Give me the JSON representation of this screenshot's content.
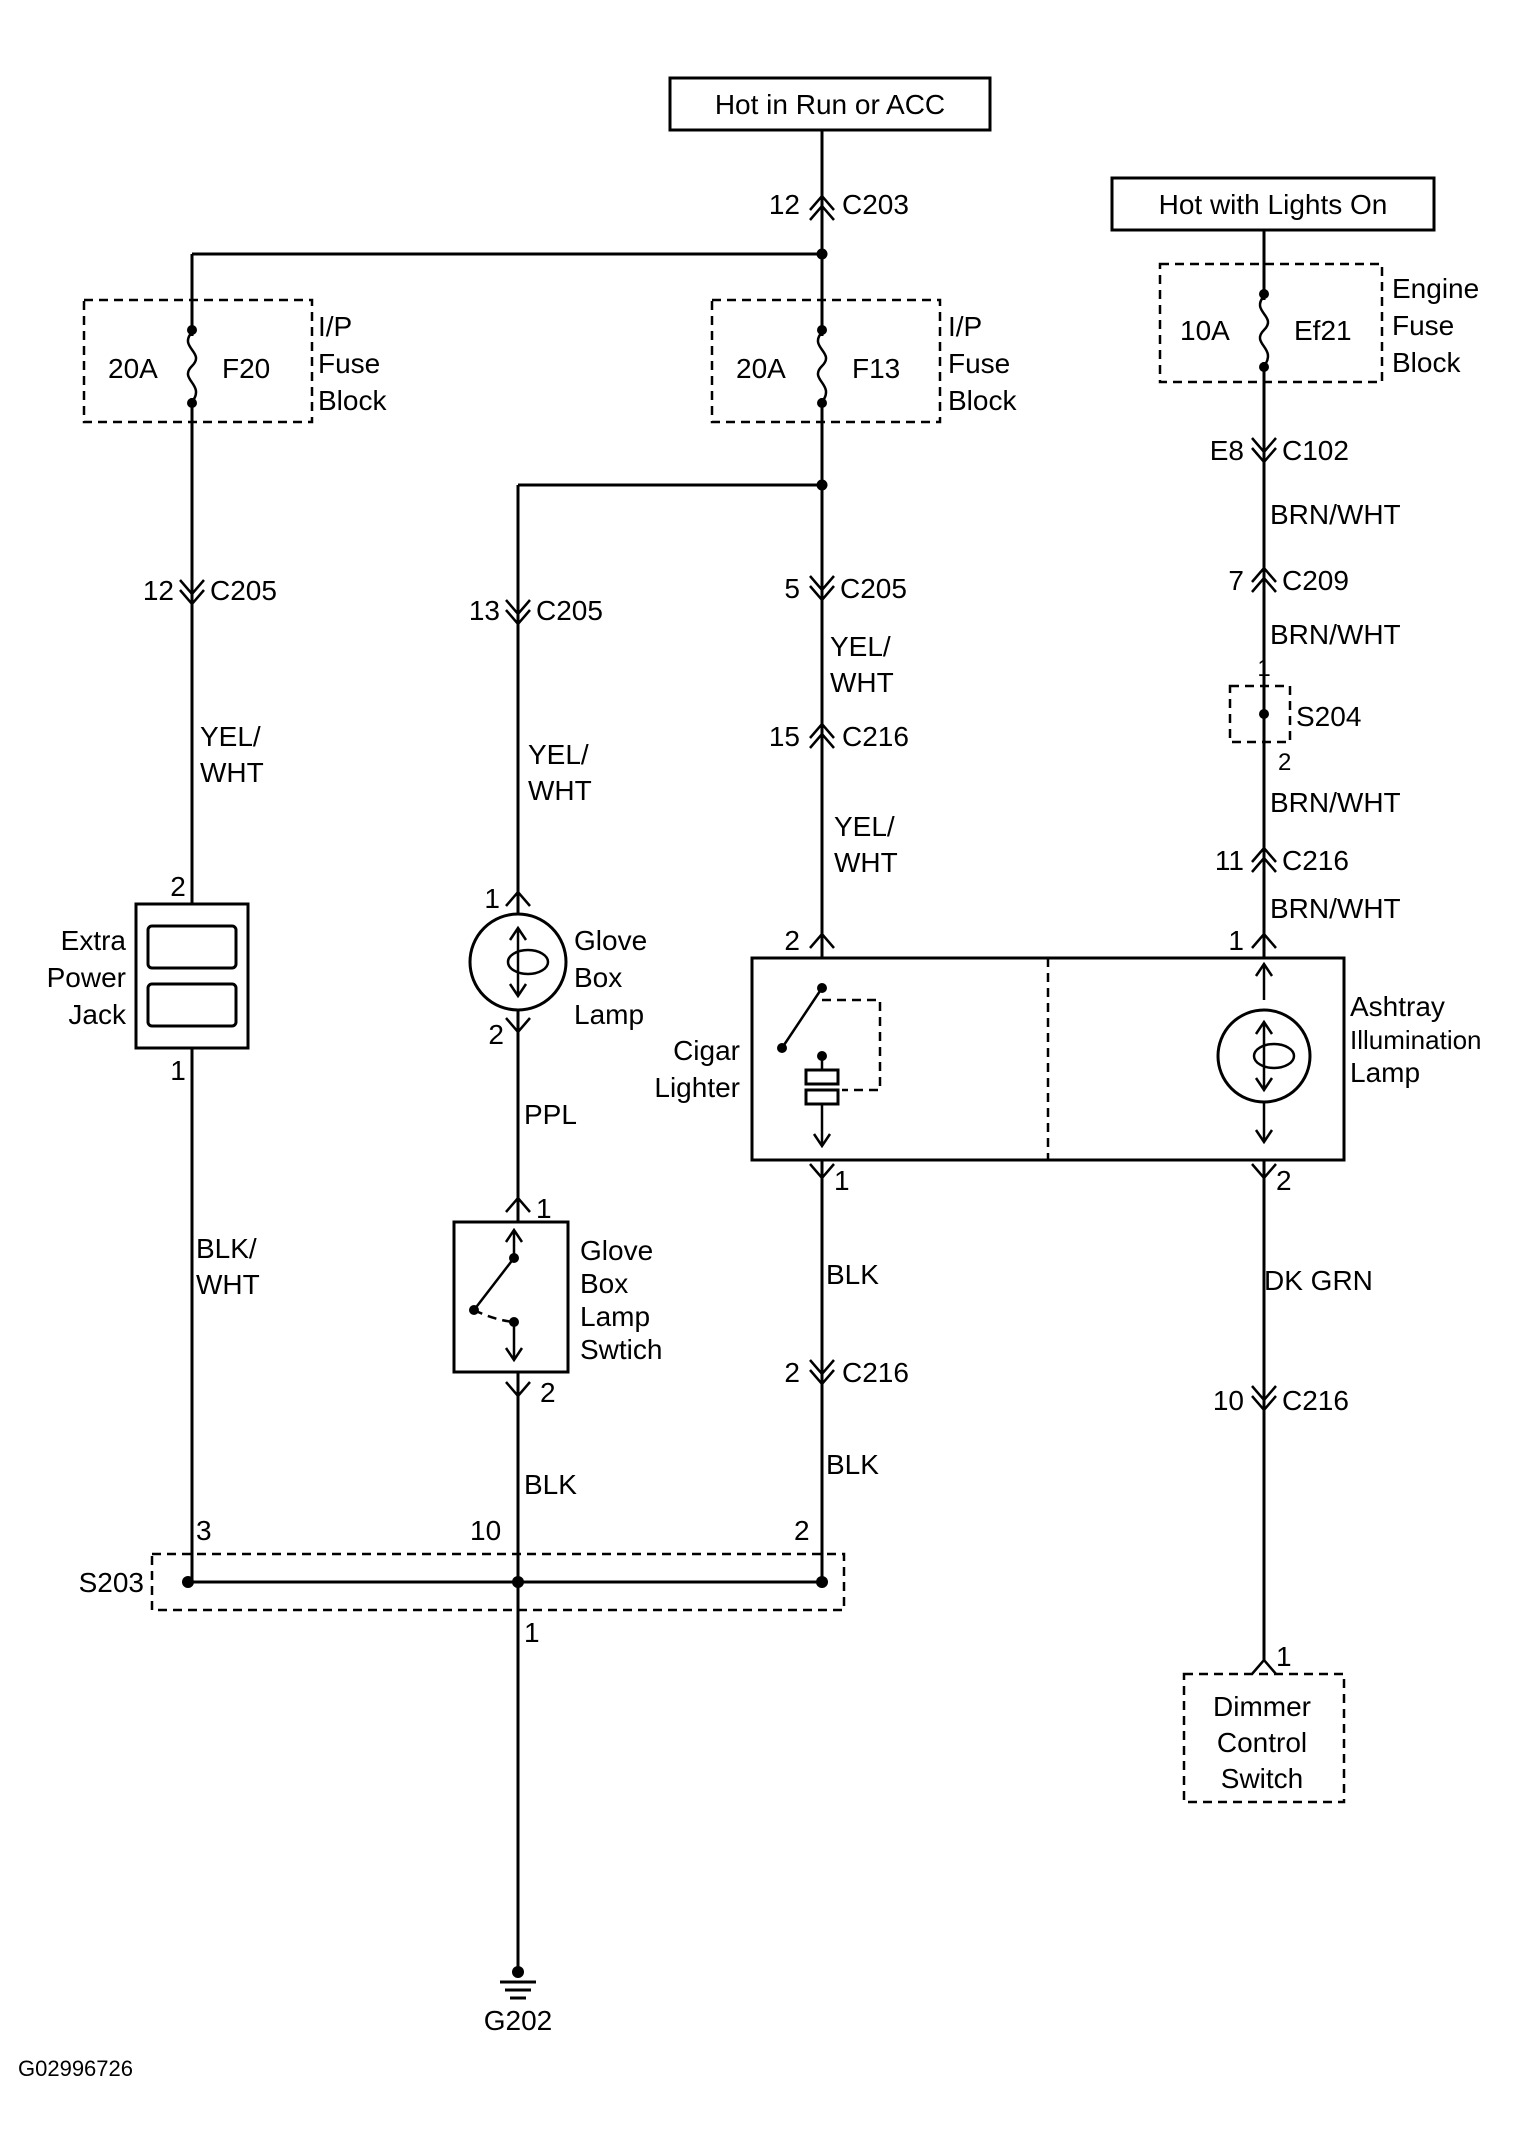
{
  "power_sources": {
    "run_acc": "Hot in Run or ACC",
    "lights_on": "Hot with Lights On"
  },
  "fuses": {
    "f20": {
      "rating": "20A",
      "id": "F20"
    },
    "f13": {
      "rating": "20A",
      "id": "F13"
    },
    "ef21": {
      "rating": "10A",
      "id": "Ef21"
    },
    "ip_block": [
      "I/P",
      "Fuse",
      "Block"
    ],
    "engine_block": [
      "Engine",
      "Fuse",
      "Block"
    ]
  },
  "connectors": {
    "c203": {
      "pin": "12",
      "name": "C203"
    },
    "c205_a": {
      "pin": "12",
      "name": "C205"
    },
    "c205_b": {
      "pin": "13",
      "name": "C205"
    },
    "c205_c": {
      "pin": "5",
      "name": "C205"
    },
    "c216_15": {
      "pin": "15",
      "name": "C216"
    },
    "c216_2": {
      "pin": "2",
      "name": "C216"
    },
    "c216_10": {
      "pin": "10",
      "name": "C216"
    },
    "c216_11": {
      "pin": "11",
      "name": "C216"
    },
    "c102": {
      "pin": "E8",
      "name": "C102"
    },
    "c209": {
      "pin": "7",
      "name": "C209"
    }
  },
  "wires": {
    "yel": "YEL/",
    "wht": "WHT",
    "brn_wht": "BRN/WHT",
    "ppl": "PPL",
    "blk": "BLK",
    "blk_slash": "BLK/",
    "dk_grn": "DK GRN"
  },
  "components": {
    "power_jack": [
      "Extra",
      "Power",
      "Jack"
    ],
    "glove_lamp": [
      "Glove",
      "Box",
      "Lamp"
    ],
    "glove_switch": [
      "Glove",
      "Box",
      "Lamp",
      "Swtich"
    ],
    "cigar": [
      "Cigar",
      "Lighter"
    ],
    "ashtray": [
      "Ashtray",
      "Illumination",
      "Lamp"
    ],
    "dimmer": [
      "Dimmer",
      "Control",
      "Switch"
    ]
  },
  "splices": {
    "s203": "S203",
    "s204": "S204"
  },
  "pins": {
    "p1": "1",
    "p2": "2",
    "p3": "3",
    "p10": "10"
  },
  "ground": "G202",
  "figure_id": "G02996726"
}
